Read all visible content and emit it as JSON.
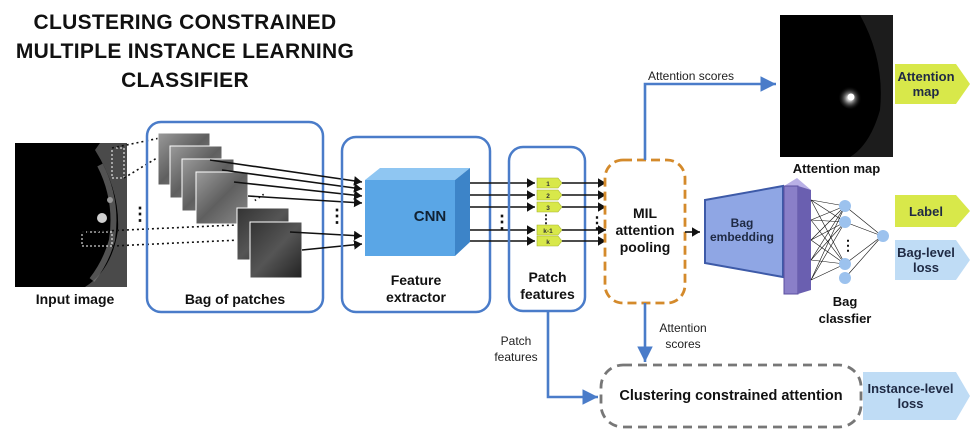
{
  "title": {
    "line1": "CLUSTERING CONSTRAINED",
    "line2": "MULTIPLE INSTANCE LEARNING",
    "line3": "CLASSIFIER"
  },
  "labels": {
    "input_image": "Input image",
    "bag_of_patches": "Bag of patches",
    "cnn": "CNN",
    "feature_extractor_line1": "Feature",
    "feature_extractor_line2": "extractor",
    "patch_features_line1": "Patch",
    "patch_features_line2": "features",
    "mil_line1": "MIL",
    "mil_line2": "attention",
    "mil_line3": "pooling",
    "bag_embedding_line1": "Bag",
    "bag_embedding_line2": "embedding",
    "bag_classifier_line1": "Bag",
    "bag_classifier_line2": "classfier",
    "attention_map": "Attention map",
    "clustering": "Clustering constrained attention",
    "attention_scores_top": "Attention scores",
    "attention_scores_mid_line1": "Attention",
    "attention_scores_mid_line2": "scores",
    "patch_features_small_line1": "Patch",
    "patch_features_small_line2": "features",
    "tags": [
      "1",
      "2",
      "3",
      "k-1",
      "k"
    ]
  },
  "outputs": {
    "attention_map_line1": "Attention",
    "attention_map_line2": "map",
    "label": "Label",
    "bag_loss_line1": "Bag-level",
    "bag_loss_line2": "loss",
    "instance_loss_line1": "Instance-level",
    "instance_loss_line2": "loss"
  },
  "colors": {
    "box_blue": "#4a7cc9",
    "mil_orange": "#d48a2b",
    "arrow_yellow": "#d8e84a",
    "arrow_lightblue": "#bfdcf5",
    "cube_blue": "#5aa6e6",
    "trapezoid": "#8fa6e4",
    "layer_purple": "#8a7fc8",
    "node_blue": "#9cc2ee"
  }
}
